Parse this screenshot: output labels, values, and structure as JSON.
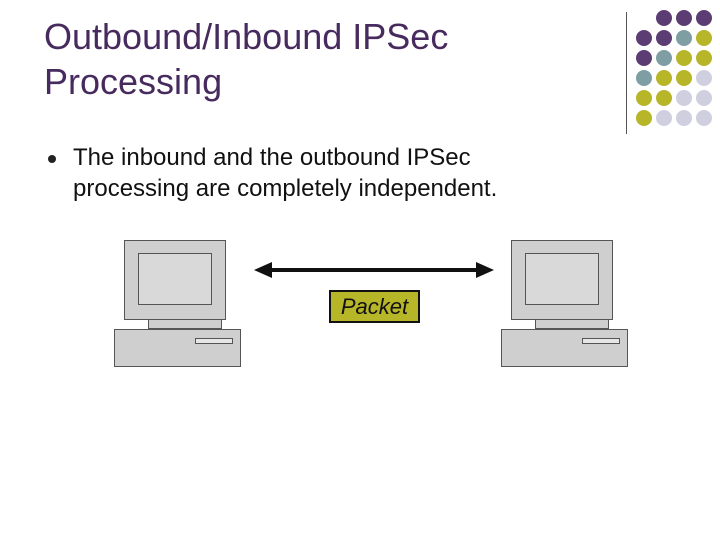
{
  "slide": {
    "title_lines": [
      "Outbound/Inbound IPSec",
      "Processing"
    ],
    "bullet_lines": [
      "The inbound and the outbound IPSec",
      "processing are completely independent."
    ]
  },
  "diagram": {
    "packet_label": "Packet",
    "left_icon": "desktop-computer-icon",
    "right_icon": "desktop-computer-icon",
    "arrow_icon": "double-headed-arrow-icon"
  },
  "colors": {
    "title": "#472a5e",
    "purple": "#5c3d73",
    "teal": "#7f9ea3",
    "olive": "#b7b528",
    "lavender": "#cfcfe0",
    "packet_fill": "#b7b528"
  }
}
